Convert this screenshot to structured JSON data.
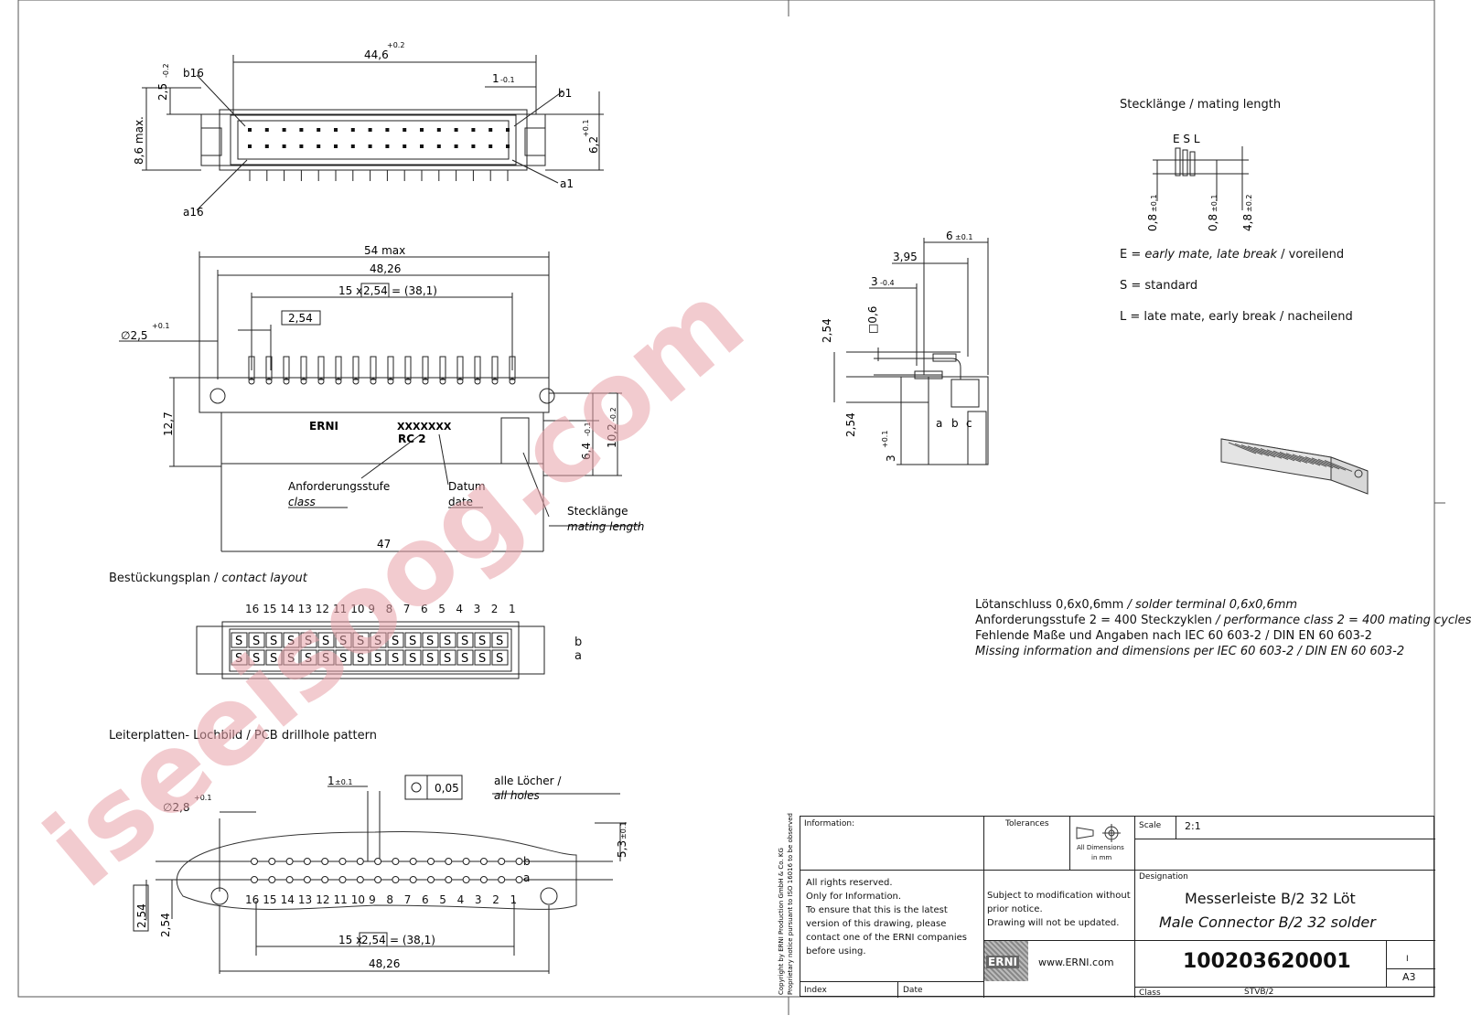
{
  "top_view": {
    "width_label": "44,6",
    "width_tol": "+0.2",
    "pitch_edge_label": "1",
    "pitch_edge_tol": "-0.1",
    "pin_b16": "b16",
    "pin_b1": "b1",
    "pin_a16": "a16",
    "pin_a1": "a1",
    "height_total": "8,6 max.",
    "height_top": "2,5",
    "height_top_tol": "-0.2",
    "body_height": "6,2",
    "body_height_tol": "+0.1"
  },
  "front_view": {
    "max_width": "54 max",
    "hole_distance": "48,26",
    "pitch_count": "15 x",
    "pitch": "2,54",
    "pitch_total": "= (38,1)",
    "single_pitch": "2,54",
    "hole_diameter": "∅2,5",
    "hole_diameter_tol": "+0.1",
    "height": "12,7",
    "brand_marking": "ERNI",
    "date_code": "XXXXXXX",
    "class_code": "RC 2",
    "class_label": "Anforderungsstufe",
    "class_label_en": "class",
    "date_label": "Datum",
    "date_label_en": "date",
    "mating_label": "Stecklänge",
    "mating_label_en": "mating length",
    "dim_64": "6,4",
    "dim_64_tol": "-0.1",
    "dim_102": "10,2",
    "dim_102_tol": "-0.2",
    "body_width": "47"
  },
  "contact_layout": {
    "title": "Bestückungsplan /",
    "title_en": "contact layout",
    "numbers": [
      "16",
      "15",
      "14",
      "13",
      "12",
      "11",
      "10",
      "9",
      "8",
      "7",
      "6",
      "5",
      "4",
      "3",
      "2",
      "1"
    ],
    "row_b_label": "b",
    "row_a_label": "a",
    "cell": "S"
  },
  "pcb_pattern": {
    "title": "Leiterplatten- Lochbild / PCB drillhole pattern",
    "hole_spacing": "1",
    "hole_spacing_tol": "±0.1",
    "position_tol": "0,05",
    "all_holes": "alle Löcher /",
    "all_holes_en": "all holes",
    "mount_hole": "∅2,8",
    "mount_hole_tol": "+0.1",
    "row_offset": "5,3",
    "row_offset_tol": "±0.1",
    "pitch_boxed": "2,54",
    "pitch_plain": "2,54",
    "pitch_count": "15 x",
    "pitch": "2,54",
    "pitch_total": "= (38,1)",
    "hole_distance": "48,26",
    "row_b_label": "b",
    "row_a_label": "a",
    "numbers": [
      "16",
      "15",
      "14",
      "13",
      "12",
      "11",
      "10",
      "9",
      "8",
      "7",
      "6",
      "5",
      "4",
      "3",
      "2",
      "1"
    ]
  },
  "side_view": {
    "dim_6": "6",
    "dim_6_tol": "±0.1",
    "dim_395": "3,95",
    "dim_3": "3",
    "dim_3_tol": "-0.4",
    "dim_06": "□0,6",
    "dim_254_top": "2,54",
    "dim_254_bottom": "2,54",
    "dim_3_bottom": "3",
    "dim_3_bottom_tol": "+0.1",
    "row_a": "a",
    "row_b": "b",
    "row_c": "c"
  },
  "mating": {
    "title": "Stecklänge / mating length",
    "esl": "E S L",
    "dim_08_a": "0,8",
    "dim_08_a_tol": "±0.1",
    "dim_08_b": "0,8",
    "dim_08_b_tol": "±0.1",
    "dim_48": "4,8",
    "dim_48_tol": "±0.2",
    "legend_e_prefix": "E =",
    "legend_e_en": "early mate, late break",
    "legend_e_de": "/ voreilend",
    "legend_s": "S = standard",
    "legend_l": "L = late mate, early break / nacheilend"
  },
  "notes": {
    "line1_de": "Lötanschluss 0,6x0,6mm",
    "line1_en": "/ solder terminal 0,6x0,6mm",
    "line2_de": "Anforderungsstufe 2 = 400 Steckzyklen",
    "line2_en": "/ performance class 2 = 400 mating cycles",
    "line3": "Fehlende Maße und Angaben nach IEC 60 603-2 / DIN EN 60 603-2",
    "line4": "Missing information and dimensions per IEC 60 603-2 / DIN EN 60 603-2"
  },
  "title_block": {
    "information": "Information:",
    "tolerances": "Tolerances",
    "all_dimensions": "All Dimensions",
    "in_mm": "in mm",
    "scale_label": "Scale",
    "scale_value": "2:1",
    "rights": "All rights reserved.",
    "only_info": "Only for Information.",
    "ensure1": "To ensure that this is the latest",
    "ensure2": "version of this drawing, please",
    "ensure3": "contact one of the ERNI companies",
    "ensure4": "before using.",
    "subject1": "Subject to modification without",
    "subject2": "prior notice.",
    "subject3": "Drawing will not be updated.",
    "designation_label": "Designation",
    "designation_de": "Messerleiste B/2 32 Löt",
    "designation_en": "Male Connector B/2 32 solder",
    "logo": "ERNI",
    "website": "www.ERNI.com",
    "part_number": "100203620001",
    "revision": "I",
    "format": "A3",
    "index_label": "Index",
    "date_label": "Date",
    "class_label": "Class",
    "class_value": "STVB/2",
    "copyright1": "Copyright by ERNI Production GmbH & Co. KG",
    "copyright2": "Proprietary notice pursuant to ISO 16016 to be observed"
  },
  "watermark": {
    "text": "iseeisoog.com",
    "color": "#e8a0a8"
  }
}
